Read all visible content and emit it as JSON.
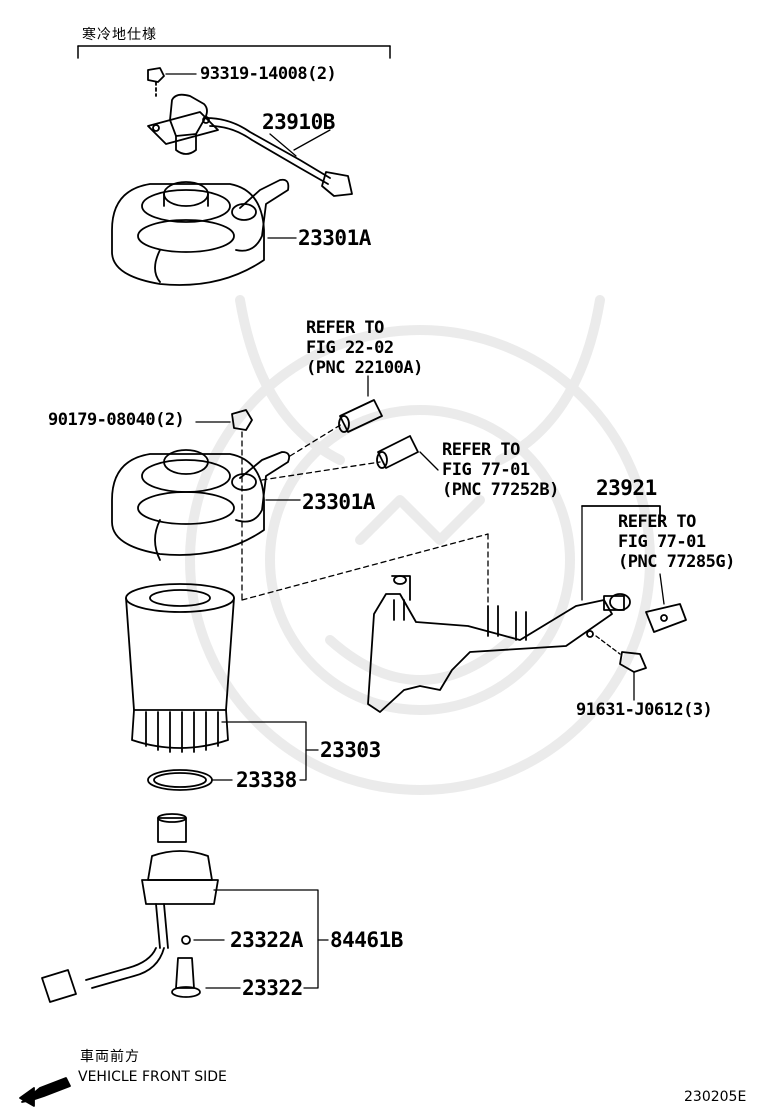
{
  "header": {
    "cold_region_spec": "寒冷地仕様"
  },
  "parts": {
    "bolt_93319": "93319-14008(2)",
    "sensor_23910B": "23910B",
    "filter_head_top": "23301A",
    "nut_90179": "90179-08040(2)",
    "filter_head_main": "23301A",
    "bracket_23921": "23921",
    "bolt_91631": "91631-J0612(3)",
    "element_23303": "23303",
    "ring_23338": "23338",
    "oring_23322A": "23322A",
    "assy_84461B": "84461B",
    "plug_23322": "23322"
  },
  "references": {
    "ref1": {
      "line1": "REFER TO",
      "line2": "FIG 22-02",
      "line3": "(PNC 22100A)"
    },
    "ref2": {
      "line1": "REFER TO",
      "line2": "FIG 77-01",
      "line3": "(PNC 77252B)"
    },
    "ref3": {
      "line1": "REFER TO",
      "line2": "FIG 77-01",
      "line3": "(PNC 77285G)"
    }
  },
  "footer": {
    "direction_jp": "車両前方",
    "direction_en": "VEHICLE FRONT SIDE",
    "figure_code": "230205E"
  },
  "icons": [
    "front-direction-arrow-icon"
  ],
  "colors": {
    "line": "#000000",
    "watermark": "#ececec",
    "background": "#ffffff"
  }
}
